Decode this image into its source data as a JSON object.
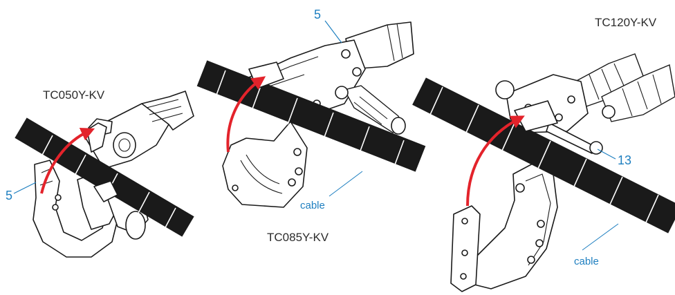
{
  "colors": {
    "accent_arrow": "#e3232b",
    "callout_blue": "#1e7fc0",
    "cable": "#1a1a1a",
    "line_art": "#1a1a1a",
    "label_text": "#2b2b2b"
  },
  "panels": [
    {
      "model": "TC050Y-KV",
      "callouts": [
        {
          "text": "5"
        }
      ]
    },
    {
      "model": "TC085Y-KV",
      "callouts": [
        {
          "text": "5"
        }
      ],
      "cable_label": "cable"
    },
    {
      "model": "TC120Y-KV",
      "callouts": [
        {
          "text": "13"
        }
      ],
      "cable_label": "cable"
    }
  ]
}
